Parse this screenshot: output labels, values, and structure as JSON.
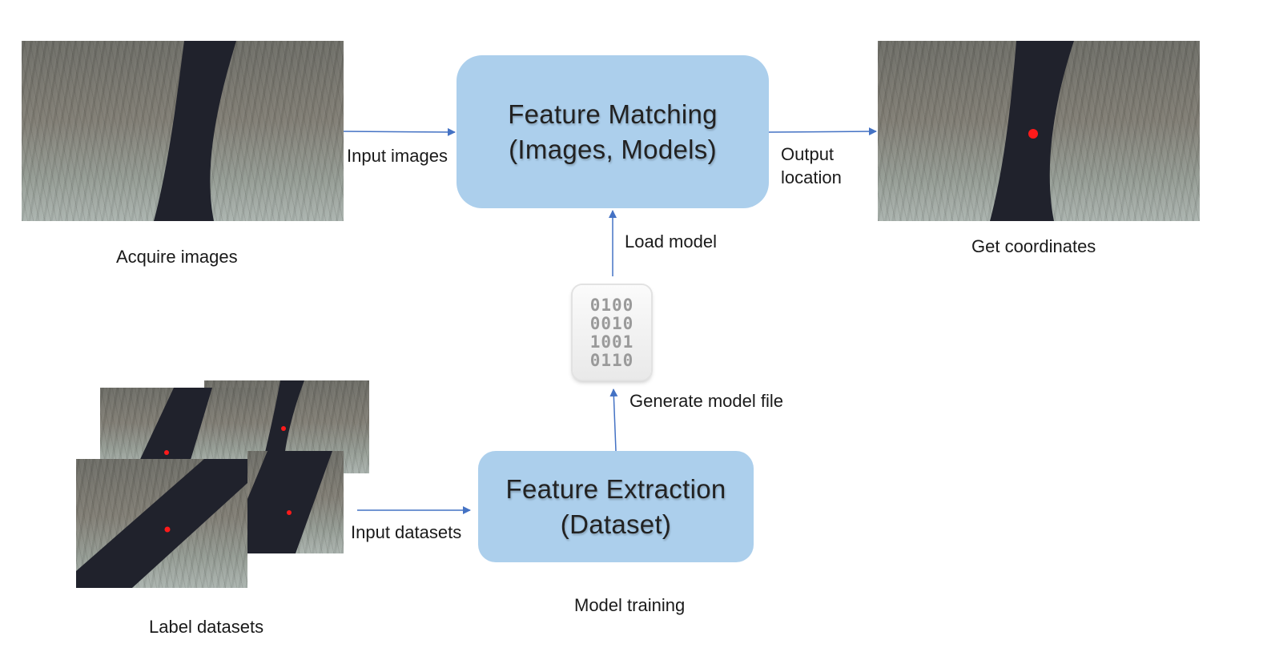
{
  "nodes": {
    "feature_matching": {
      "line1": "Feature Matching",
      "line2": "(Images, Models)"
    },
    "feature_extraction": {
      "line1": "Feature Extraction",
      "line2": "(Dataset)"
    }
  },
  "edge_labels": {
    "input_images": "Input images",
    "output_location_1": "Output",
    "output_location_2": "location",
    "load_model": "Load model",
    "generate_model_file": "Generate model file",
    "input_datasets": "Input datasets"
  },
  "captions": {
    "acquire_images": "Acquire images",
    "get_coordinates": "Get coordinates",
    "label_datasets": "Label datasets",
    "model_training": "Model training"
  },
  "model_file_icon": {
    "rows": [
      "0100",
      "0010",
      "1001",
      "0110"
    ]
  },
  "colors": {
    "box_fill": "#accfec",
    "arrow": "#4472c4",
    "marker_dot": "#ff1a1a"
  }
}
